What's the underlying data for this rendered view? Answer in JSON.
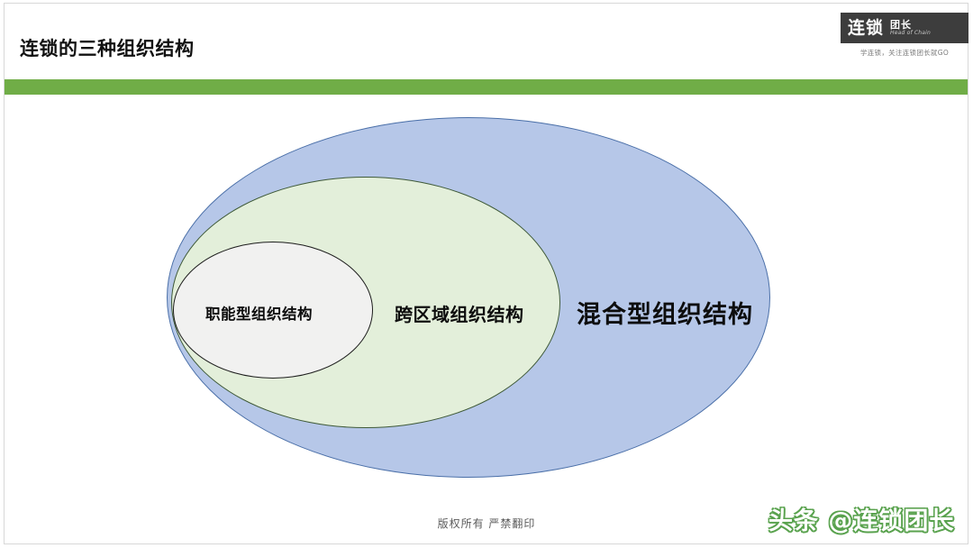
{
  "slide": {
    "title": "连锁的三种组织结构",
    "accent_green": "#70AD47",
    "background": "#FFFFFF"
  },
  "logo": {
    "brand_cn": "连锁",
    "brand_sub_cn": "团长",
    "brand_sub_en": "Head of Chain",
    "tagline": "学连锁，关注连锁团长就GO",
    "box_color": "#3D3D3D"
  },
  "diagram": {
    "type": "nested-venn",
    "ellipses": [
      {
        "label": "混合型组织结构",
        "level": "outer",
        "fill": "#B6C7E8",
        "stroke": "#4A6FA8"
      },
      {
        "label": "跨区域组织结构",
        "level": "middle",
        "fill": "#E3EFDA",
        "stroke": "#3F5A38"
      },
      {
        "label": "职能型组织结构",
        "level": "inner",
        "fill": "#F1F1F0",
        "stroke": "#1D1D1D"
      }
    ]
  },
  "footer": {
    "copyright": "版权所有  严禁翻印",
    "watermark": "头条 @连锁团长"
  }
}
